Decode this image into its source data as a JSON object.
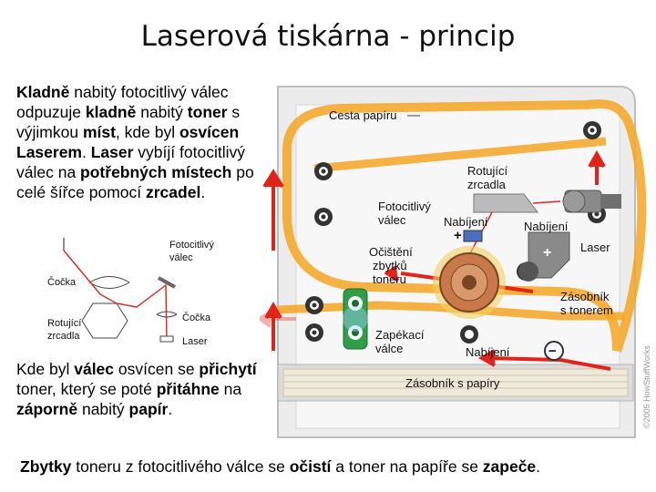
{
  "title": "Laserová tiskárna - princip",
  "paragraph_1": [
    {
      "t": "Kladně",
      "b": true
    },
    {
      "t": " nabitý fotocitlivý válec odpuzuje ",
      "b": false
    },
    {
      "t": "kladně",
      "b": true
    },
    {
      "t": " nabitý ",
      "b": false
    },
    {
      "t": "toner",
      "b": true
    },
    {
      "t": " s výjimkou ",
      "b": false
    },
    {
      "t": "míst",
      "b": true
    },
    {
      "t": ", kde byl ",
      "b": false
    },
    {
      "t": "osvícen Laserem",
      "b": true
    },
    {
      "t": ". ",
      "b": false
    },
    {
      "t": "Laser",
      "b": true
    },
    {
      "t": " vybíjí fotocitlivý válec na ",
      "b": false
    },
    {
      "t": "potřebných místech",
      "b": true
    },
    {
      "t": " po celé šířce pomocí ",
      "b": false
    },
    {
      "t": "zrcadel",
      "b": true
    },
    {
      "t": ".",
      "b": false
    }
  ],
  "paragraph_2": [
    {
      "t": "Kde byl ",
      "b": false
    },
    {
      "t": "válec",
      "b": true
    },
    {
      "t": " osvícen se ",
      "b": false
    },
    {
      "t": "přichytí",
      "b": true
    },
    {
      "t": " toner, který se poté ",
      "b": false
    },
    {
      "t": "přitáhne",
      "b": true
    },
    {
      "t": " na ",
      "b": false
    },
    {
      "t": "záporně",
      "b": true
    },
    {
      "t": " nabitý ",
      "b": false
    },
    {
      "t": "papír",
      "b": true
    },
    {
      "t": ".",
      "b": false
    }
  ],
  "paragraph_3": [
    {
      "t": "Zbytky",
      "b": true
    },
    {
      "t": " toneru z fotocitlivého válce se ",
      "b": false
    },
    {
      "t": "očistí",
      "b": true
    },
    {
      "t": " a toner na papíře se ",
      "b": false
    },
    {
      "t": "zapeče",
      "b": true
    },
    {
      "t": ".",
      "b": false
    }
  ],
  "small_diagram": {
    "fotocitlivy_valec": [
      "Fotocitlivý",
      "válec"
    ],
    "cocka_left": "Čočka",
    "rotujici_zrcadla": [
      "Rotující",
      "zrcadla"
    ],
    "cocka_right": "Čočka",
    "laser": "Laser"
  },
  "printer_diagram": {
    "cesta_papiru": "Cesta papíru",
    "rotujici_zrcadla": [
      "Rotující",
      "zrcadla"
    ],
    "fotocitlivy_valec": [
      "Fotocitlivý",
      "válec"
    ],
    "nabijeni_top": "Nabíjení",
    "nabijeni_right": "Nabíjení",
    "laser": "Laser",
    "ocisteni": [
      "Očištění",
      "zbytků",
      "toneru"
    ],
    "zasobnik_toner": [
      "Zásobník",
      "s tonerem"
    ],
    "zapekaci_valce": [
      "Zapékací",
      "válce"
    ],
    "nabijeni_bottom": "Nabíjení",
    "zasobnik_papir": "Zásobník s papíry",
    "plus": "+",
    "minus": "−",
    "copyright": "©2005 HowStuffWorks"
  },
  "colors": {
    "paper_path": "#f5a623",
    "arrow_red": "#e2231a",
    "drum": "#c8794a",
    "fuser_green": "#2e9e48",
    "housing": "#e6e6e6"
  }
}
